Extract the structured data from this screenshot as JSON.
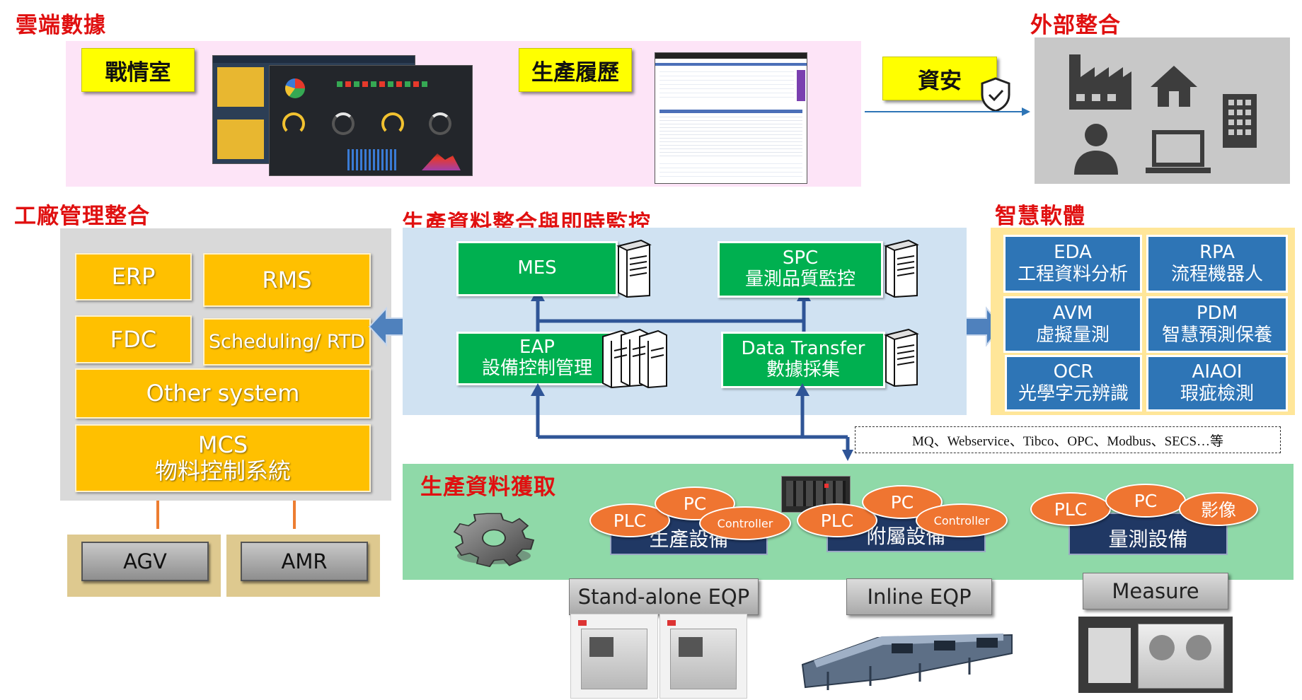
{
  "sections": {
    "cloud": "雲端數據",
    "external": "外部整合",
    "factory": "工廠管理整合",
    "production": "生產資料整合與即時監控",
    "smart": "智慧軟體",
    "acquisition": "生產資料獲取"
  },
  "cloud_labels": {
    "war_room": "戰情室",
    "history": "生產履歷",
    "security": "資安"
  },
  "factory_boxes": {
    "erp": "ERP",
    "rms": "RMS",
    "fdc": "FDC",
    "scheduling": "Scheduling/ RTD",
    "other": "Other system",
    "mcs_1": "MCS",
    "mcs_2": "物料控制系統"
  },
  "vehicles": {
    "agv": "AGV",
    "amr": "AMR"
  },
  "production_boxes": {
    "mes": "MES",
    "spc_1": "SPC",
    "spc_2": "量測品質監控",
    "eap_1": "EAP",
    "eap_2": "設備控制管理",
    "dt_1": "Data Transfer",
    "dt_2": "數據採集"
  },
  "smart_boxes": [
    {
      "l1": "EDA",
      "l2": "工程資料分析"
    },
    {
      "l1": "RPA",
      "l2": "流程機器人"
    },
    {
      "l1": "AVM",
      "l2": "虛擬量測"
    },
    {
      "l1": "PDM",
      "l2": "智慧預測保養"
    },
    {
      "l1": "OCR",
      "l2": "光學字元辨識"
    },
    {
      "l1": "AIAOI",
      "l2": "瑕疵檢測"
    }
  ],
  "protocols": "MQ、Webservice、Tibco、OPC、Modbus、SECS…等",
  "equipment_groups": [
    {
      "name": "生產設備",
      "plc": "PLC",
      "pc": "PC",
      "controller": "Controller"
    },
    {
      "name": "附屬設備",
      "plc": "PLC",
      "pc": "PC",
      "controller": "Controller"
    },
    {
      "name": "量測設備",
      "plc": "PLC",
      "pc": "PC",
      "extra": "影像"
    }
  ],
  "eqp_labels": {
    "standalone": "Stand-alone EQP",
    "inline": "Inline EQP",
    "measure": "Measure"
  },
  "icons": [
    "factory-icon",
    "house-icon",
    "office-building-icon",
    "person-icon",
    "laptop-icon",
    "shield-check-icon",
    "server-icon",
    "gear-icon",
    "double-arrow-icon"
  ],
  "colors": {
    "title_red": "#e01010",
    "cloud_bg": "#fde4f7",
    "external_bg": "#c8c8c8",
    "factory_bg": "#d9d9d9",
    "production_bg": "#d0e2f2",
    "smart_bg": "#ffe699",
    "acquisition_bg": "#8fd9a8",
    "vehicle_bg": "#dec98f",
    "box_orange": "#ffc000",
    "box_green": "#00b050",
    "box_blue": "#2e75b6",
    "plc_orange": "#ef7531",
    "navy": "#203864",
    "line_blue": "#2f5597",
    "connector_orange": "#ed7d31"
  }
}
